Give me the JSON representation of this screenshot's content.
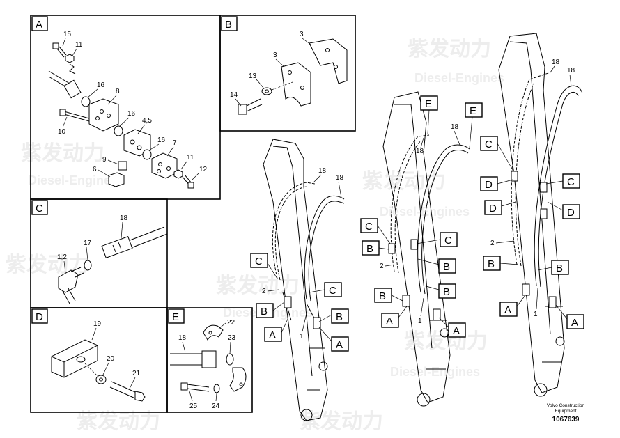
{
  "watermark": {
    "brand": "紫发动力",
    "sub": "Diesel-Engines"
  },
  "panels": {
    "A": "A",
    "B": "B",
    "C": "C",
    "D": "D",
    "E": "E"
  },
  "parts": {
    "p1": "1",
    "p2": "2",
    "p3": "3",
    "p4_5": "4,5",
    "p6": "6",
    "p7": "7",
    "p8": "8",
    "p9": "9",
    "p10": "10",
    "p11": "11",
    "p12": "12",
    "p13": "13",
    "p14": "14",
    "p15": "15",
    "p16": "16",
    "p17": "17",
    "p18": "18",
    "p1_2": "1,2",
    "p19": "19",
    "p20": "20",
    "p21": "21",
    "p22": "22",
    "p23": "23",
    "p24": "24",
    "p25": "25"
  },
  "footer": {
    "company": "Volvo Construction",
    "division": "Equipment",
    "doc_number": "1067639"
  }
}
